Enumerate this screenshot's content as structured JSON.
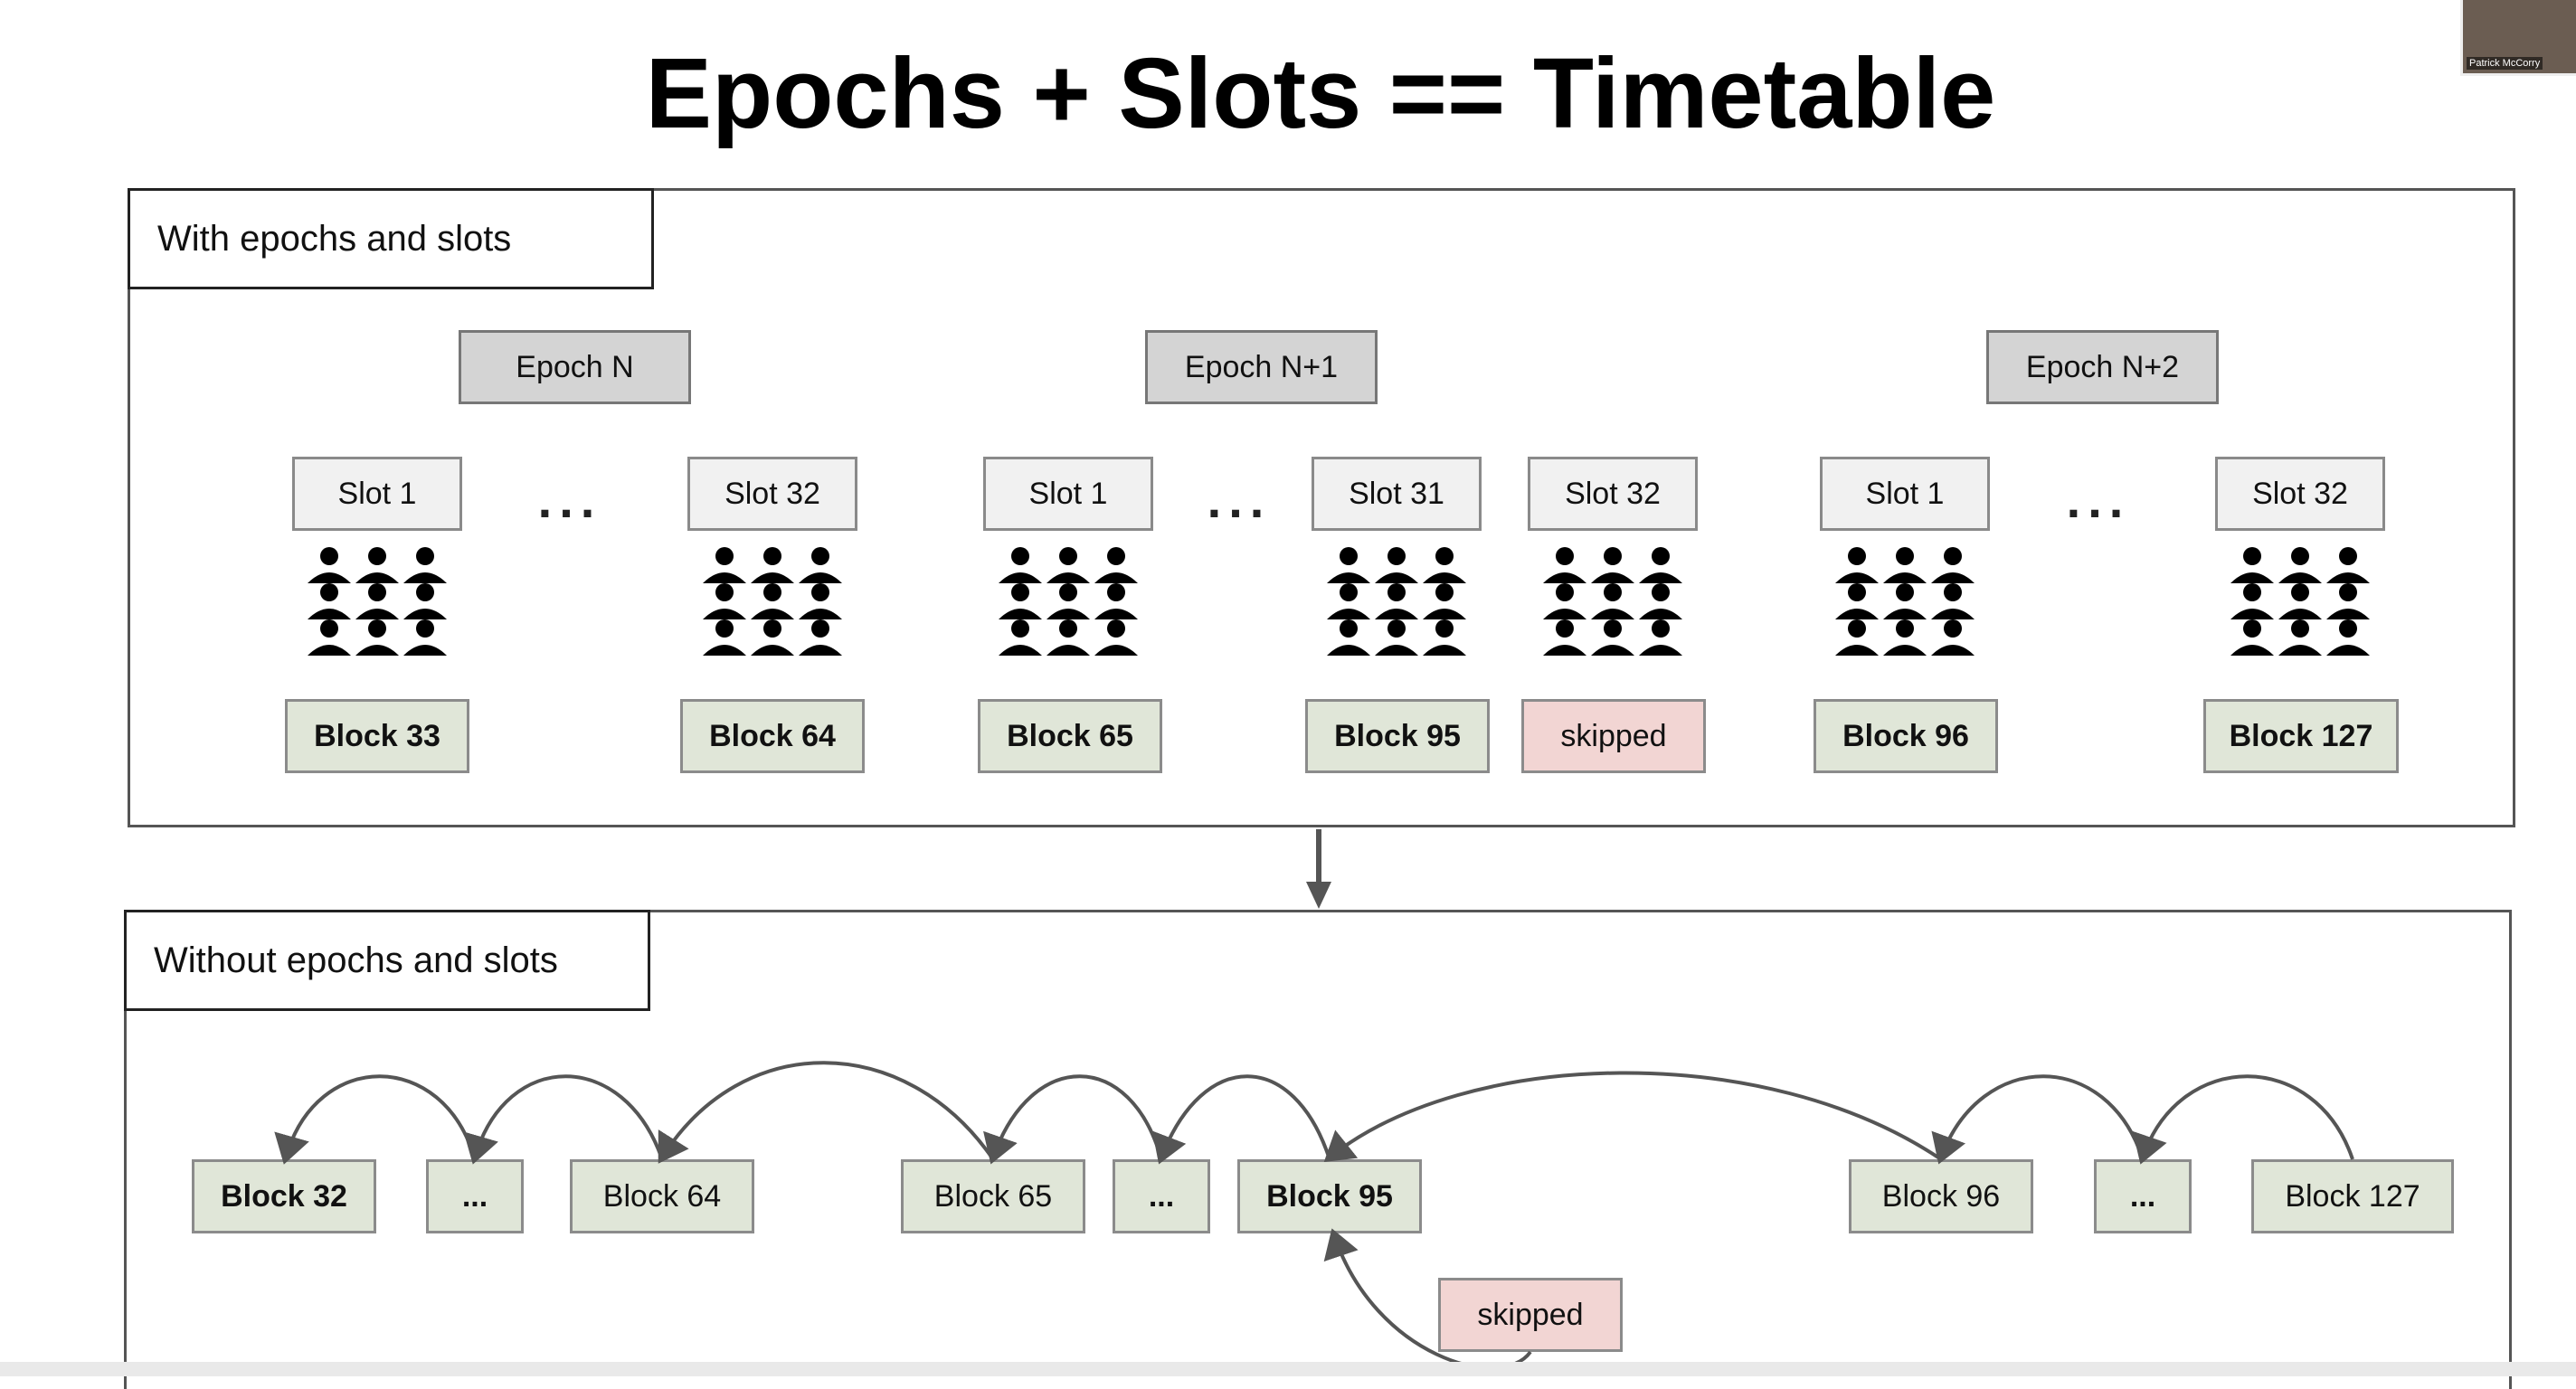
{
  "title": "Epochs + Slots == Timetable",
  "panel_top": {
    "label": "With epochs and slots",
    "epochs": [
      {
        "label": "Epoch N"
      },
      {
        "label": "Epoch N+1"
      },
      {
        "label": "Epoch N+2"
      }
    ],
    "columns": [
      {
        "slot": "Slot 1",
        "block": "Block 33",
        "status": "block"
      },
      {
        "slot": "Slot 32",
        "block": "Block 64",
        "status": "block"
      },
      {
        "slot": "Slot 1",
        "block": "Block 65",
        "status": "block"
      },
      {
        "slot": "Slot 31",
        "block": "Block 95",
        "status": "block"
      },
      {
        "slot": "Slot 32",
        "block": "skipped",
        "status": "skipped"
      },
      {
        "slot": "Slot 1",
        "block": "Block 96",
        "status": "block"
      },
      {
        "slot": "Slot 32",
        "block": "Block 127",
        "status": "block"
      }
    ],
    "ellipsis": "..."
  },
  "panel_bottom": {
    "label": "Without epochs and slots",
    "chain": [
      {
        "label": "Block 32",
        "bold": true
      },
      {
        "label": "...",
        "bold": true
      },
      {
        "label": "Block 64",
        "bold": false
      },
      {
        "label": "Block 65",
        "bold": false
      },
      {
        "label": "...",
        "bold": true
      },
      {
        "label": "Block 95",
        "bold": true
      },
      {
        "label": "Block 96",
        "bold": false
      },
      {
        "label": "...",
        "bold": true
      },
      {
        "label": "Block 127",
        "bold": false
      }
    ],
    "skipped": "skipped"
  },
  "webcam": {
    "name": "Patrick McCorry"
  },
  "colors": {
    "epoch_fill": "#d4d4d4",
    "slot_fill": "#f1f1f1",
    "block_fill": "#e0e6d8",
    "skipped_fill": "#f2d5d3",
    "arrow": "#555555"
  },
  "icons": {
    "validators": "people-grid-icon",
    "arrow": "curved-arrow-icon"
  }
}
